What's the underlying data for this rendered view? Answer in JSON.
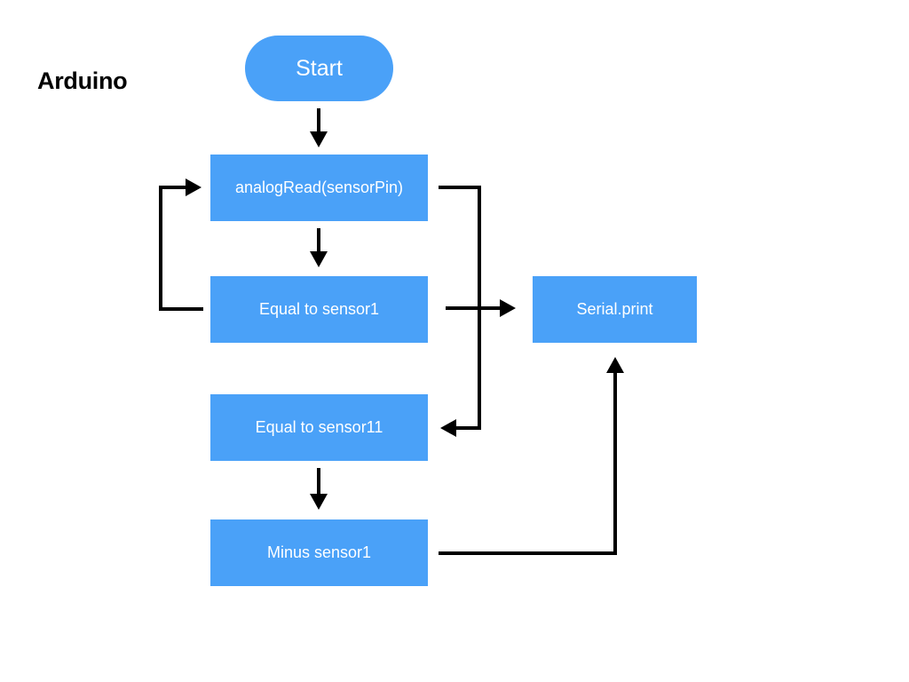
{
  "diagram": {
    "title": "Arduino",
    "nodes": {
      "start": "Start",
      "analog_read": "analogRead(sensorPin)",
      "equal_sensor1": "Equal to sensor1",
      "equal_sensor11": "Equal to sensor11",
      "minus_sensor1": "Minus sensor1",
      "serial_print": "Serial.print"
    },
    "edges": [
      {
        "from": "start",
        "to": "analog_read"
      },
      {
        "from": "analog_read",
        "to": "equal_sensor1"
      },
      {
        "from": "equal_sensor1",
        "to": "analog_read"
      },
      {
        "from": "analog_read",
        "to": "equal_sensor11"
      },
      {
        "from": "equal_sensor1",
        "to": "serial_print"
      },
      {
        "from": "equal_sensor11",
        "to": "minus_sensor1"
      },
      {
        "from": "minus_sensor1",
        "to": "serial_print"
      }
    ],
    "colors": {
      "node_fill": "#4aa1f8",
      "node_text": "#ffffff",
      "arrow": "#000000"
    }
  }
}
